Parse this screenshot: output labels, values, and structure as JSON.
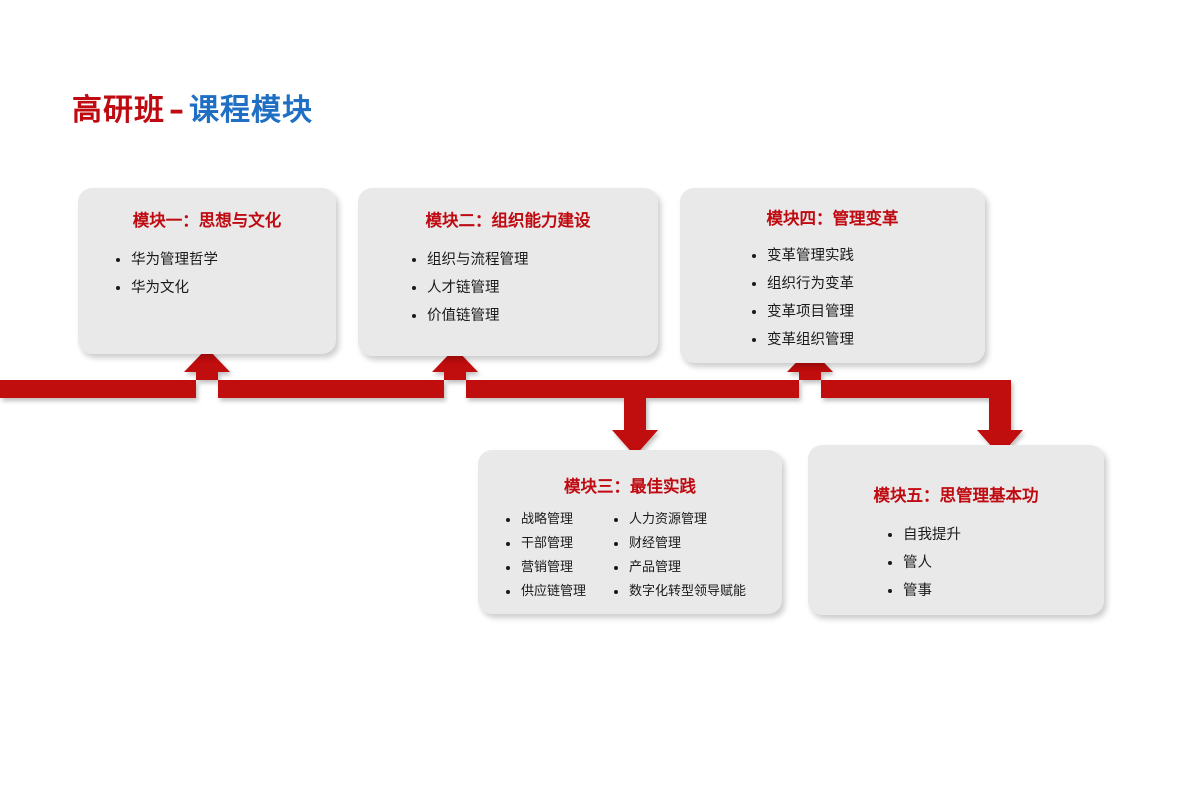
{
  "slide": {
    "title": {
      "part_red": "高研班",
      "dash": "–",
      "part_blue": "课程模块"
    },
    "colors": {
      "accent_red": "#C00A11",
      "accent_blue": "#1F6FC4",
      "card_bg": "#E9E9E9",
      "text": "#1A1A1A",
      "background": "#FFFFFF"
    }
  },
  "modules": {
    "m1": {
      "title": "模块一：思想与文化",
      "items": [
        "华为管理哲学",
        "华为文化"
      ]
    },
    "m2": {
      "title": "模块二：组织能力建设",
      "items": [
        "组织与流程管理",
        "人才链管理",
        "价值链管理"
      ]
    },
    "m3": {
      "title": "模块三：最佳实践",
      "items_left": [
        "战略管理",
        "干部管理",
        "营销管理",
        "供应链管理"
      ],
      "items_right": [
        "人力资源管理",
        "财经管理",
        "产品管理",
        "数字化转型领导赋能"
      ]
    },
    "m4": {
      "title": "模块四：管理变革",
      "items": [
        "变革管理实践",
        "组织行为变革",
        "变革项目管理",
        "变革组织管理"
      ]
    },
    "m5": {
      "title": "模块五：思管理基本功",
      "items": [
        "自我提升",
        "管人",
        "管事"
      ]
    }
  },
  "connector": {
    "name": "red-process-arrow-flow",
    "color": "#C00A11",
    "up_arrow_targets": [
      "模块一：思想与文化",
      "模块二：组织能力建设",
      "模块四：管理变革"
    ],
    "down_arrow_targets": [
      "模块三：最佳实践",
      "模块五：思管理基本功"
    ]
  }
}
